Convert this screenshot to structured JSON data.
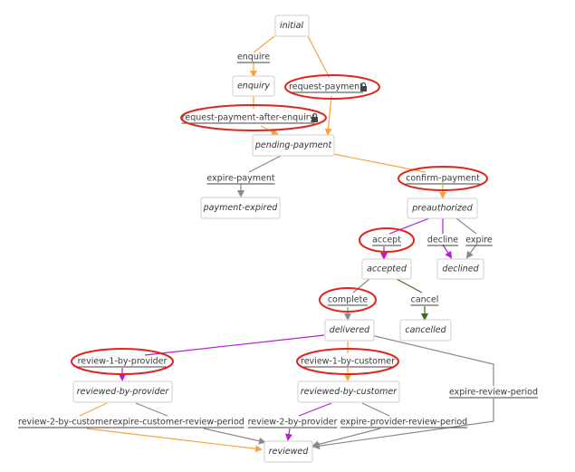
{
  "colors": {
    "orange": "#f5a540",
    "gray": "#8a8a8a",
    "purple": "#b51fd0",
    "green": "#3d6b1f",
    "highlight": "#e0251b"
  },
  "states": {
    "initial": "initial",
    "enquiry": "enquiry",
    "pending_payment": "pending-payment",
    "payment_expired": "payment-expired",
    "preauthorized": "preauthorized",
    "accepted": "accepted",
    "declined": "declined",
    "delivered": "delivered",
    "cancelled": "cancelled",
    "reviewed_by_provider": "reviewed-by-provider",
    "reviewed_by_customer": "reviewed-by-customer",
    "reviewed": "reviewed"
  },
  "transitions": {
    "enquire": "enquire",
    "request_payment": "request-payment",
    "request_payment_after_enquiry": "request-payment-after-enquiry",
    "expire_payment": "expire-payment",
    "confirm_payment": "confirm-payment",
    "accept": "accept",
    "decline": "decline",
    "expire": "expire",
    "complete": "complete",
    "cancel": "cancel",
    "review_1_by_provider": "review-1-by-provider",
    "review_1_by_customer": "review-1-by-customer",
    "review_2_by_customer": "review-2-by-customer",
    "expire_customer_review_period": "expire-customer-review-period",
    "review_2_by_provider": "review-2-by-provider",
    "expire_provider_review_period": "expire-provider-review-period",
    "expire_review_period": "expire-review-period"
  },
  "icons": {
    "privileged": "lock-icon"
  }
}
